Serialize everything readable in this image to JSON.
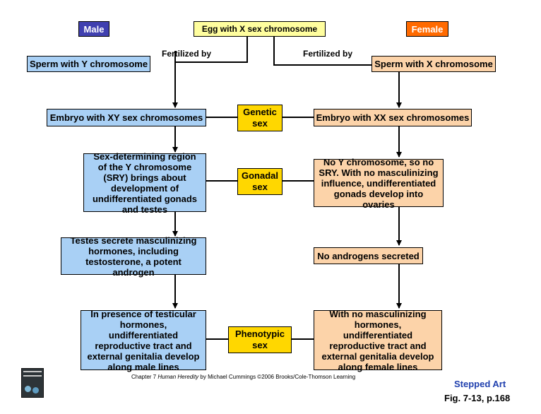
{
  "header": {
    "male": "Male",
    "female": "Female",
    "egg": "Egg with X sex chromosome"
  },
  "labels": {
    "fertilized_left": "Fertilized by",
    "fertilized_right": "Fertilized by"
  },
  "male": {
    "sperm": "Sperm with Y chromosome",
    "embryo": "Embryo with XY sex chromosomes",
    "sry": "Sex-determining region of the Y chromosome (SRY) brings about development of undifferentiated gonads and testes",
    "hormones": "Testes secrete masculinizing hormones, including testosterone, a potent androgen",
    "phenotype": "In presence of testicular hormones, undifferentiated reproductive tract and external genitalia develop along male lines"
  },
  "female": {
    "sperm": "Sperm with X chromosome",
    "embryo": "Embryo with XX sex chromosomes",
    "no_y": "No Y chromosome, so no SRY. With no masculinizing influence, undifferentiated gonads develop into ovaries",
    "no_androgens": "No androgens secreted",
    "phenotype": "With no masculinizing hormones, undifferentiated reproductive tract and external genitalia develop along female lines"
  },
  "stages": {
    "genetic": "Genetic sex",
    "gonadal": "Gonadal sex",
    "phenotypic": "Phenotypic sex"
  },
  "footer": {
    "caption_pre": "Chapter 7 ",
    "caption_title": "Human Heredity",
    "caption_post": " by Michael Cummings ©2006 Brooks/Cole-Thomson Learning",
    "stepped_art": "Stepped Art",
    "fig_ref": "Fig. 7-13, p.168"
  },
  "colors": {
    "male_box": "#a9d0f5",
    "female_box": "#fcd3a9",
    "stage_box": "#ffd700",
    "egg_box": "#fffe9e",
    "male_tag": "#4040b0",
    "female_tag": "#ff6a00",
    "stepped_art_text": "#1f3fae"
  },
  "icons": {
    "book_cover": "human-heredity-book-cover-icon"
  }
}
